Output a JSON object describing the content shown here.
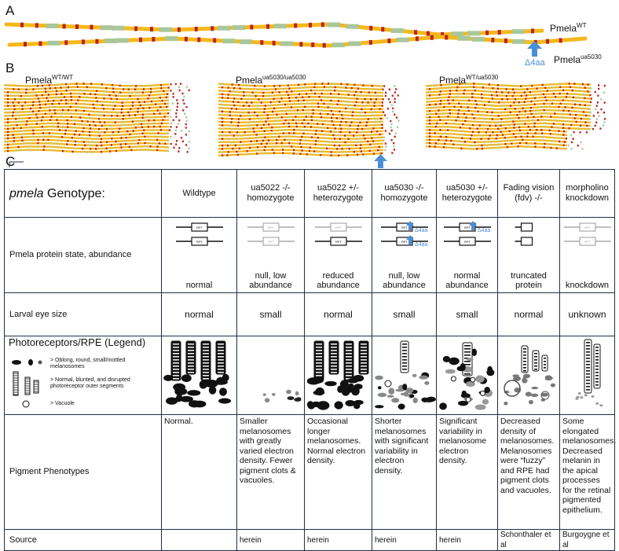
{
  "panels": {
    "a": "A",
    "b": "B",
    "c": "C"
  },
  "panel_a": {
    "wt_label": "Pmela",
    "wt_sup": "WT",
    "mut_label": "Pmela",
    "mut_sup": "ua5030",
    "deletion_label": "Δ4aa"
  },
  "panel_b": {
    "labels": [
      {
        "name": "Pmela",
        "sup": "WT/WT"
      },
      {
        "name": "Pmela",
        "sup": "ua5030/ua5030"
      },
      {
        "name": "Pmela",
        "sup": "WT/ua5030"
      }
    ]
  },
  "colors": {
    "fiber": "#f5b81c",
    "red_segment": "#b8231e",
    "green_segment": "#a9c79a",
    "arrow": "#4a8fd6",
    "grid": "#222f44"
  },
  "table": {
    "genotype_head": {
      "italic": "pmela",
      "rest": " Genotype:"
    },
    "genotypes": [
      {
        "line1": "Wildtype",
        "line2": ""
      },
      {
        "line1": "ua5022 -/-",
        "line2": "homozygote"
      },
      {
        "line1": "ua5022 +/-",
        "line2": "heterozygote"
      },
      {
        "line1": "ua5030 -/-",
        "line2": "homozygote"
      },
      {
        "line1": "ua5030 +/-",
        "line2": "heterozygote"
      },
      {
        "line1": "Fading vision",
        "line2": "(fdv) -/-"
      },
      {
        "line1": "morpholino",
        "line2": "knockdown"
      }
    ],
    "protein_head": "Pmela protein state, abundance",
    "protein": [
      {
        "line1": "normal",
        "line2": ""
      },
      {
        "line1": "null, low",
        "line2": "abundance"
      },
      {
        "line1": "reduced",
        "line2": "abundance"
      },
      {
        "line1": "null, low",
        "line2": "abundance"
      },
      {
        "line1": "normal",
        "line2": "abundance"
      },
      {
        "line1": "truncated",
        "line2": "protein"
      },
      {
        "line1": "knockdown",
        "line2": ""
      }
    ],
    "rpt_label": "RPT",
    "delta_label": "Δ4aa",
    "eye_head": "Larval eye size",
    "eye": [
      "normal",
      "small",
      "normal",
      "small",
      "small",
      "normal",
      "unknown"
    ],
    "legend_head": "Photoreceptors/RPE  (Legend)",
    "legend_items": [
      "> Oblong, round, small/mottled melanosomes",
      "> Normal, blunted, and disrupted photoreceptor outer segments",
      "> Vacuole"
    ],
    "pheno_head": "Pigment Phenotypes",
    "pheno": [
      "Normal.",
      "Smaller melanosomes with greatly varied electron density. Fewer pigment clots & vacuoles.",
      "Occasional longer melanosomes. Normal electron density.",
      "Shorter melanosomes with significant variability in electron density.",
      "Significant variability in melanosome electron density.",
      "Decreased density of melanosomes. Melanosomes were “fuzzy” and RPE had pigment clots and vacuoles.",
      "Some elongated melanosomes. Decreased melanin in the apical processes for the retinal pigmented epithelium."
    ],
    "source_head": "Source",
    "source": [
      "",
      "herein",
      "herein",
      "herein",
      "herein",
      "Schonthaler et al",
      "Burgoygne et al"
    ]
  }
}
